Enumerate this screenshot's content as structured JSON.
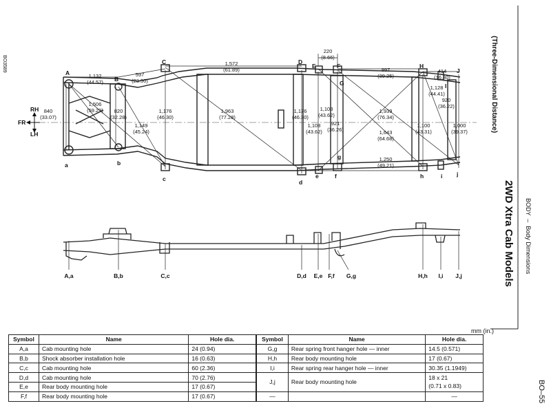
{
  "doc_code": "BO3589",
  "header": {
    "section": "BODY",
    "dash": "–",
    "subsection": "Body Dimensions"
  },
  "title": "2WD Xtra Cab Models",
  "subtitle": "(Three-Dimensional Distance)",
  "page_number": "BO–55",
  "orientation": {
    "rh": "RH",
    "fr": "FR",
    "lh": "LH"
  },
  "points_top": [
    "A",
    "B",
    "C",
    "D",
    "E",
    "F",
    "G",
    "H",
    "I",
    "J"
  ],
  "points_bottom": [
    "a",
    "b",
    "c",
    "d",
    "e",
    "f",
    "g",
    "h",
    "i",
    "j"
  ],
  "dimensions": {
    "d1132": "1,132",
    "d1132in": "(44.57)",
    "d597": "597",
    "d597in": "(23.50)",
    "d1572": "1,572",
    "d1572in": "(61.89)",
    "d220": "220",
    "d220in": "(8.66)",
    "d997": "997",
    "d997in": "(39.25)",
    "d414": "414",
    "d414in": "(16.30)",
    "d840": "840",
    "d840in": "(33.07)",
    "d1506": "1,506",
    "d1506in": "(59.29)",
    "d820": "820",
    "d820in": "(32.28)",
    "d1149": "1,149",
    "d1149in": "(45.24)",
    "d1176a": "1,176",
    "d1176ain": "(46.30)",
    "d1963": "1,963",
    "d1963in": "(77.28)",
    "d1176b": "1,176",
    "d1176bin": "(46.30)",
    "d1108a": "1,108",
    "d1108ain": "(43.62)",
    "d1108b": "1,108",
    "d1108bin": "(43.62)",
    "d921": "921",
    "d921in": "(36.26)",
    "d1939": "1,939",
    "d1939in": "(76.34)",
    "d1643": "1,643",
    "d1643in": "(64.68)",
    "d1250": "1,250",
    "d1250in": "(49.21)",
    "d1128": "1,128",
    "d1128in": "(44.41)",
    "d920": "920",
    "d920in": "(36.22)",
    "d1100": "1,100",
    "d1100in": "(43.31)",
    "d1000": "1,000",
    "d1000in": "(39.37)"
  },
  "side_labels": [
    "A,a",
    "B,b",
    "C,c",
    "D,d",
    "E,e",
    "F,f",
    "G,g",
    "H,h",
    "I,i",
    "J,j"
  ],
  "units_label": "mm (in.)",
  "table_headers": {
    "symbol": "Symbol",
    "name": "Name",
    "hole": "Hole dia."
  },
  "table_left": [
    {
      "symbol": "A,a",
      "name": "Cab mounting hole",
      "hole": "24 (0.94)"
    },
    {
      "symbol": "B,b",
      "name": "Shock absorber installation hole",
      "hole": "16 (0.63)"
    },
    {
      "symbol": "C,c",
      "name": "Cab mounting hole",
      "hole": "60 (2.36)"
    },
    {
      "symbol": "D,d",
      "name": "Cab mounting hole",
      "hole": "70 (2.76)"
    },
    {
      "symbol": "E,e",
      "name": "Rear body mounting hole",
      "hole": "17 (0.67)"
    },
    {
      "symbol": "F,f",
      "name": "Rear body mounting hole",
      "hole": "17 (0.67)"
    }
  ],
  "table_right": {
    "g": {
      "symbol": "G,g",
      "name": "Rear spring front hanger hole — inner",
      "hole": "14.5 (0.571)"
    },
    "h": {
      "symbol": "H,h",
      "name": "Rear body mounting hole",
      "hole": "17 (0.67)"
    },
    "i": {
      "symbol": "I,i",
      "name": "Rear spring rear hanger hole — inner",
      "hole": "30.35 (1.1949)"
    },
    "j": {
      "symbol": "J,j",
      "name": "Rear body mounting hole",
      "hole1": "18 x 21",
      "hole2": "(0.71 x 0.83)"
    },
    "last": {
      "symbol": "—",
      "name": "",
      "hole": "—"
    }
  }
}
